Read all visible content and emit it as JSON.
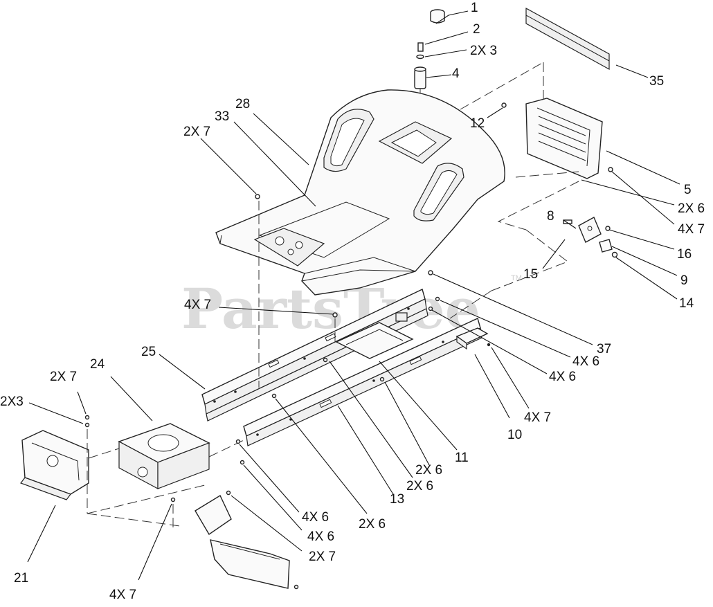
{
  "watermark": {
    "text": "PartsTree",
    "trademark": "TM"
  },
  "callouts": [
    {
      "id": "c1",
      "text": "1"
    },
    {
      "id": "c2",
      "text": "2"
    },
    {
      "id": "c3",
      "text": "2X 3"
    },
    {
      "id": "c4",
      "text": "4"
    },
    {
      "id": "c35",
      "text": "35"
    },
    {
      "id": "c28",
      "text": "28"
    },
    {
      "id": "c33",
      "text": "33"
    },
    {
      "id": "c2x7a",
      "text": "2X 7"
    },
    {
      "id": "c12",
      "text": "12"
    },
    {
      "id": "c5",
      "text": "5"
    },
    {
      "id": "c2x6a",
      "text": "2X 6"
    },
    {
      "id": "c4x7a",
      "text": "4X 7"
    },
    {
      "id": "c8",
      "text": "8"
    },
    {
      "id": "c16",
      "text": "16"
    },
    {
      "id": "c15",
      "text": "15"
    },
    {
      "id": "c9",
      "text": "9"
    },
    {
      "id": "c14",
      "text": "14"
    },
    {
      "id": "c4x7b",
      "text": "4X 7"
    },
    {
      "id": "c37",
      "text": "37"
    },
    {
      "id": "c4x6a",
      "text": "4X 6"
    },
    {
      "id": "c4x6b",
      "text": "4X 6"
    },
    {
      "id": "c25",
      "text": "25"
    },
    {
      "id": "c24",
      "text": "24"
    },
    {
      "id": "c2x7b",
      "text": "2X 7"
    },
    {
      "id": "c2x3b",
      "text": "2X3"
    },
    {
      "id": "c4x7c",
      "text": "4X 7"
    },
    {
      "id": "c10",
      "text": "10"
    },
    {
      "id": "c11",
      "text": "11"
    },
    {
      "id": "c2x6b",
      "text": "2X 6"
    },
    {
      "id": "c2x6c",
      "text": "2X 6"
    },
    {
      "id": "c13",
      "text": "13"
    },
    {
      "id": "c2x6d",
      "text": "2X 6"
    },
    {
      "id": "c4x6c",
      "text": "4X 6"
    },
    {
      "id": "c4x6d",
      "text": "4X 6"
    },
    {
      "id": "c2x7c",
      "text": "2X 7"
    },
    {
      "id": "c21",
      "text": "21"
    },
    {
      "id": "c4x7d",
      "text": "4X 7"
    }
  ]
}
